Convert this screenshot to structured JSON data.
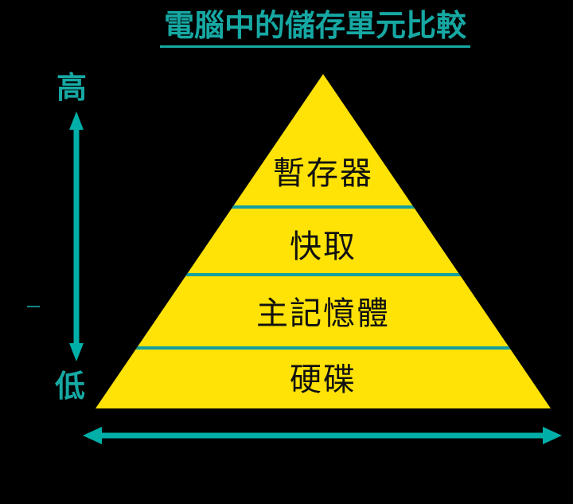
{
  "title": {
    "text": "電腦中的儲存單元比較"
  },
  "pyramid": {
    "layers": [
      {
        "label": "暫存器"
      },
      {
        "label": "快取"
      },
      {
        "label": "主記憶體"
      },
      {
        "label": "硬碟"
      }
    ]
  },
  "axis_labels": {
    "high": "高",
    "low": "低"
  },
  "icons": {
    "vertical_arrow": "double-headed-arrow-vertical",
    "horizontal_arrow": "double-headed-arrow-horizontal"
  },
  "colors": {
    "background": "#000000",
    "pyramid_fill": "#FFE206",
    "title_teal": "#16A8A3",
    "arrow_teal": "#00AFA8",
    "divider_teal": "#149FA0",
    "layer_text": "#111111"
  }
}
